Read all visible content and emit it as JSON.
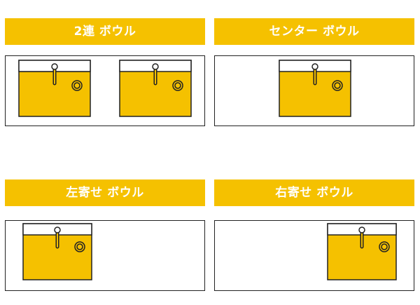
{
  "colors": {
    "sink": "#F5C100",
    "banner": "#F5C100",
    "outline": "#222222",
    "banner_text": "#ffffff"
  },
  "panels": [
    {
      "title": "2連 ボウル",
      "layout": "double"
    },
    {
      "title": "センター ボウル",
      "layout": "center"
    },
    {
      "title": "左寄せ ボウル",
      "layout": "left"
    },
    {
      "title": "右寄せ ボウル",
      "layout": "right"
    }
  ]
}
